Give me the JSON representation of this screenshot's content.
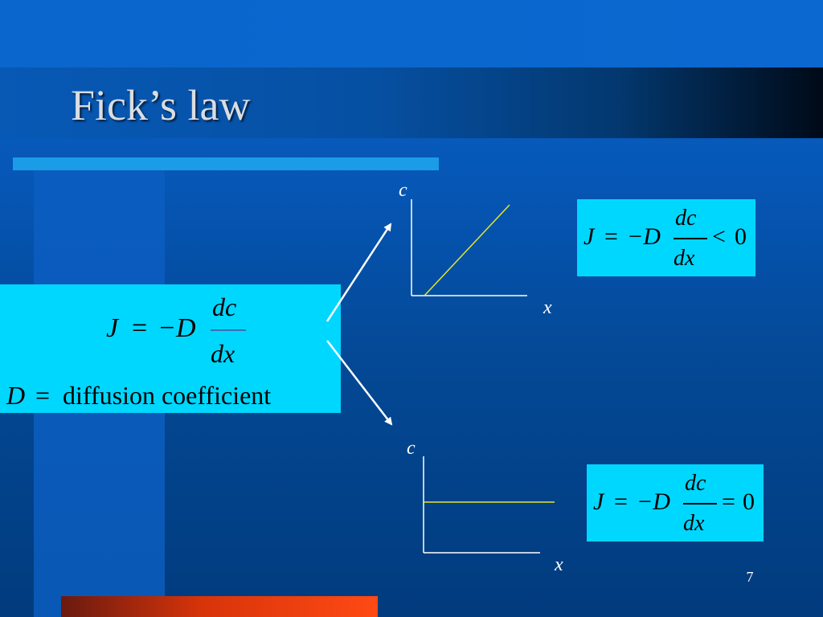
{
  "slide": {
    "title": "Fick’s law",
    "page_number": "7"
  },
  "main_equation": {
    "flux_symbol": "J",
    "equals": "=",
    "minus_D": "−D",
    "numerator": "dc",
    "denominator": "dx",
    "definition_symbol": "D",
    "definition_equals": "=",
    "definition_text": "diffusion coefficient"
  },
  "graph_top": {
    "y_label": "c",
    "x_label": "x",
    "equation": {
      "lhs": "J",
      "eq": "=",
      "minus_D": "−D",
      "numerator": "dc",
      "denominator": "dx",
      "relation": "<",
      "rhs": "0"
    }
  },
  "graph_bottom": {
    "y_label": "c",
    "x_label": "x",
    "equation": {
      "lhs": "J",
      "eq": "=",
      "minus_D": "−D",
      "numerator": "dc",
      "denominator": "dx",
      "relation": "=",
      "rhs": "0"
    }
  },
  "colors": {
    "equation_box": "#00d7ff",
    "graph_line": "#e6e62e",
    "axis": "#ffffff",
    "arrow": "#ffffff"
  }
}
